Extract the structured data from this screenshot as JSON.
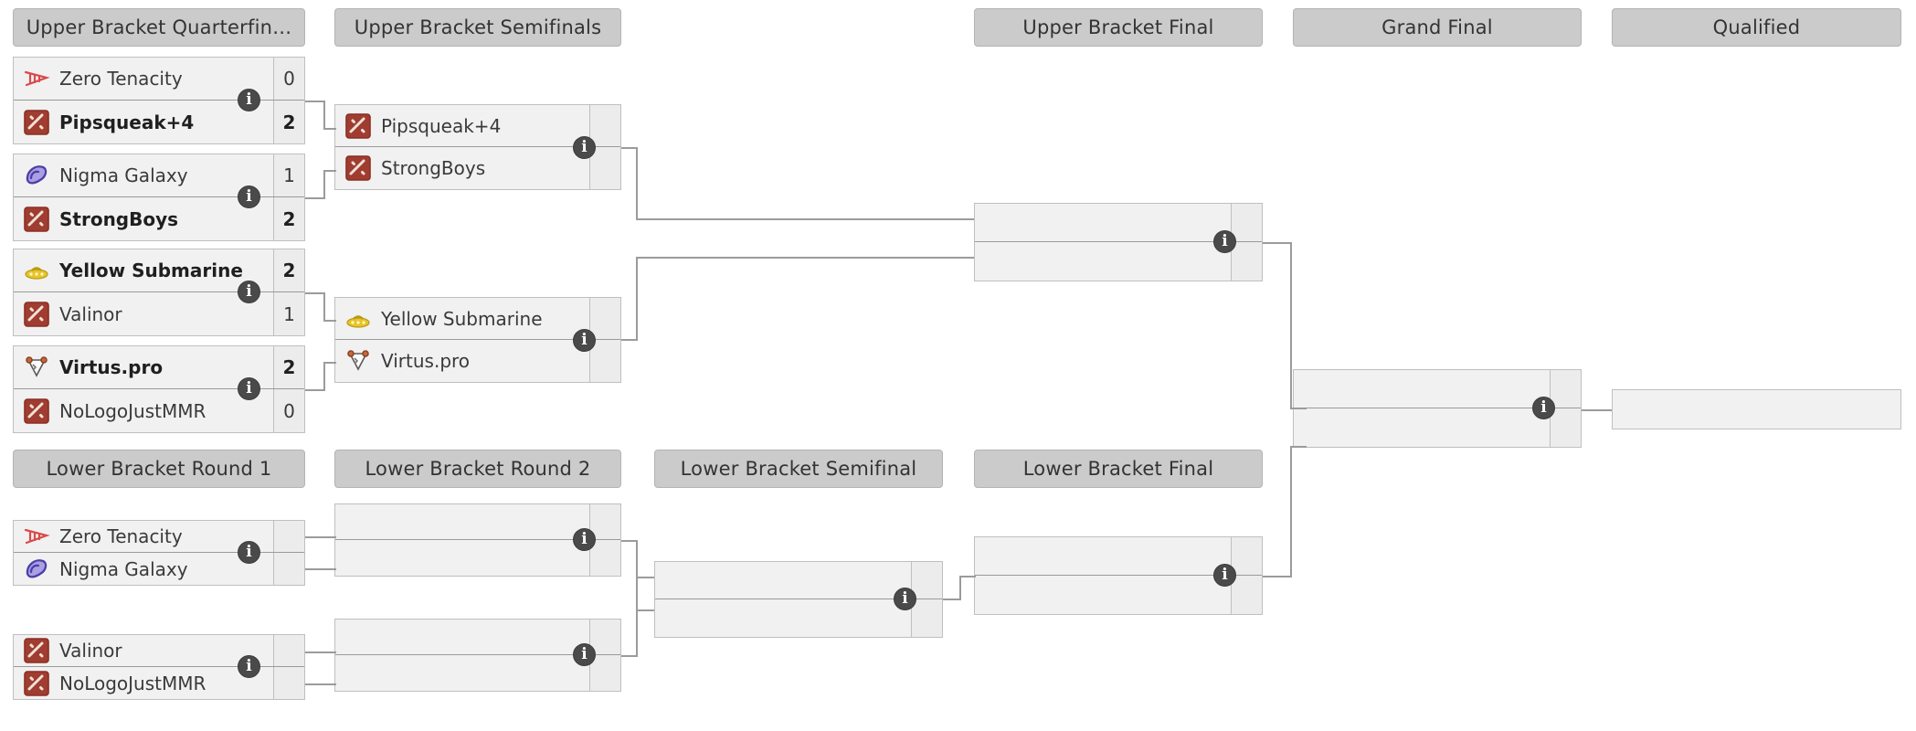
{
  "page": {
    "title": "Tournament Bracket",
    "background": "#ffffff",
    "accent": "#4a4a4a",
    "header_bg": "#cbcbcb",
    "box_bg": "#f1f1f1",
    "line_color": "#9b9b9b"
  },
  "info_icon": "i",
  "rounds": [
    {
      "id": "ubqf",
      "label": "Upper Bracket Quarterfin…"
    },
    {
      "id": "ubsf",
      "label": "Upper Bracket Semifinals"
    },
    {
      "id": "ubf",
      "label": "Upper Bracket Final"
    },
    {
      "id": "gf",
      "label": "Grand Final"
    },
    {
      "id": "qual",
      "label": "Qualified"
    },
    {
      "id": "lbr1",
      "label": "Lower Bracket Round 1"
    },
    {
      "id": "lbr2",
      "label": "Lower Bracket Round 2"
    },
    {
      "id": "lbsf",
      "label": "Lower Bracket Semifinal"
    },
    {
      "id": "lbf",
      "label": "Lower Bracket Final"
    }
  ],
  "matches": {
    "ubqf1": {
      "top": {
        "team": "Zero Tenacity",
        "score": "0",
        "winner": false,
        "logo": "zero-tenacity-logo"
      },
      "bottom": {
        "team": "Pipsqueak+4",
        "score": "2",
        "winner": true,
        "logo": "dota-default-logo"
      }
    },
    "ubqf2": {
      "top": {
        "team": "Nigma Galaxy",
        "score": "1",
        "winner": false,
        "logo": "nigma-galaxy-logo"
      },
      "bottom": {
        "team": "StrongBoys",
        "score": "2",
        "winner": true,
        "logo": "dota-default-logo"
      }
    },
    "ubqf3": {
      "top": {
        "team": "Yellow Submarine",
        "score": "2",
        "winner": true,
        "logo": "yellow-submarine-logo"
      },
      "bottom": {
        "team": "Valinor",
        "score": "1",
        "winner": false,
        "logo": "dota-default-logo"
      }
    },
    "ubqf4": {
      "top": {
        "team": "Virtus.pro",
        "score": "2",
        "winner": true,
        "logo": "virtus-pro-logo"
      },
      "bottom": {
        "team": "NoLogoJustMMR",
        "score": "0",
        "winner": false,
        "logo": "dota-default-logo"
      }
    },
    "ubsf1": {
      "top": {
        "team": "Pipsqueak+4",
        "score": "",
        "winner": false,
        "logo": "dota-default-logo"
      },
      "bottom": {
        "team": "StrongBoys",
        "score": "",
        "winner": false,
        "logo": "dota-default-logo"
      }
    },
    "ubsf2": {
      "top": {
        "team": "Yellow Submarine",
        "score": "",
        "winner": false,
        "logo": "yellow-submarine-logo"
      },
      "bottom": {
        "team": "Virtus.pro",
        "score": "",
        "winner": false,
        "logo": "virtus-pro-logo"
      }
    },
    "ubf": {
      "top": {
        "team": "",
        "score": "",
        "winner": false,
        "logo": ""
      },
      "bottom": {
        "team": "",
        "score": "",
        "winner": false,
        "logo": ""
      }
    },
    "gf": {
      "top": {
        "team": "",
        "score": "",
        "winner": false,
        "logo": ""
      },
      "bottom": {
        "team": "",
        "score": "",
        "winner": false,
        "logo": ""
      }
    },
    "qualified": {
      "top": {
        "team": "",
        "score": "",
        "winner": false,
        "logo": ""
      }
    },
    "lbr1a": {
      "top": {
        "team": "Zero Tenacity",
        "score": "",
        "winner": false,
        "logo": "zero-tenacity-logo"
      },
      "bottom": {
        "team": "Nigma Galaxy",
        "score": "",
        "winner": false,
        "logo": "nigma-galaxy-logo"
      }
    },
    "lbr1b": {
      "top": {
        "team": "Valinor",
        "score": "",
        "winner": false,
        "logo": "dota-default-logo"
      },
      "bottom": {
        "team": "NoLogoJustMMR",
        "score": "",
        "winner": false,
        "logo": "dota-default-logo"
      }
    },
    "lbr2a": {
      "top": {
        "team": "",
        "score": "",
        "winner": false,
        "logo": ""
      },
      "bottom": {
        "team": "",
        "score": "",
        "winner": false,
        "logo": ""
      }
    },
    "lbr2b": {
      "top": {
        "team": "",
        "score": "",
        "winner": false,
        "logo": ""
      },
      "bottom": {
        "team": "",
        "score": "",
        "winner": false,
        "logo": ""
      }
    },
    "lbsf": {
      "top": {
        "team": "",
        "score": "",
        "winner": false,
        "logo": ""
      },
      "bottom": {
        "team": "",
        "score": "",
        "winner": false,
        "logo": ""
      }
    },
    "lbf": {
      "top": {
        "team": "",
        "score": "",
        "winner": false,
        "logo": ""
      },
      "bottom": {
        "team": "",
        "score": "",
        "winner": false,
        "logo": ""
      }
    }
  }
}
